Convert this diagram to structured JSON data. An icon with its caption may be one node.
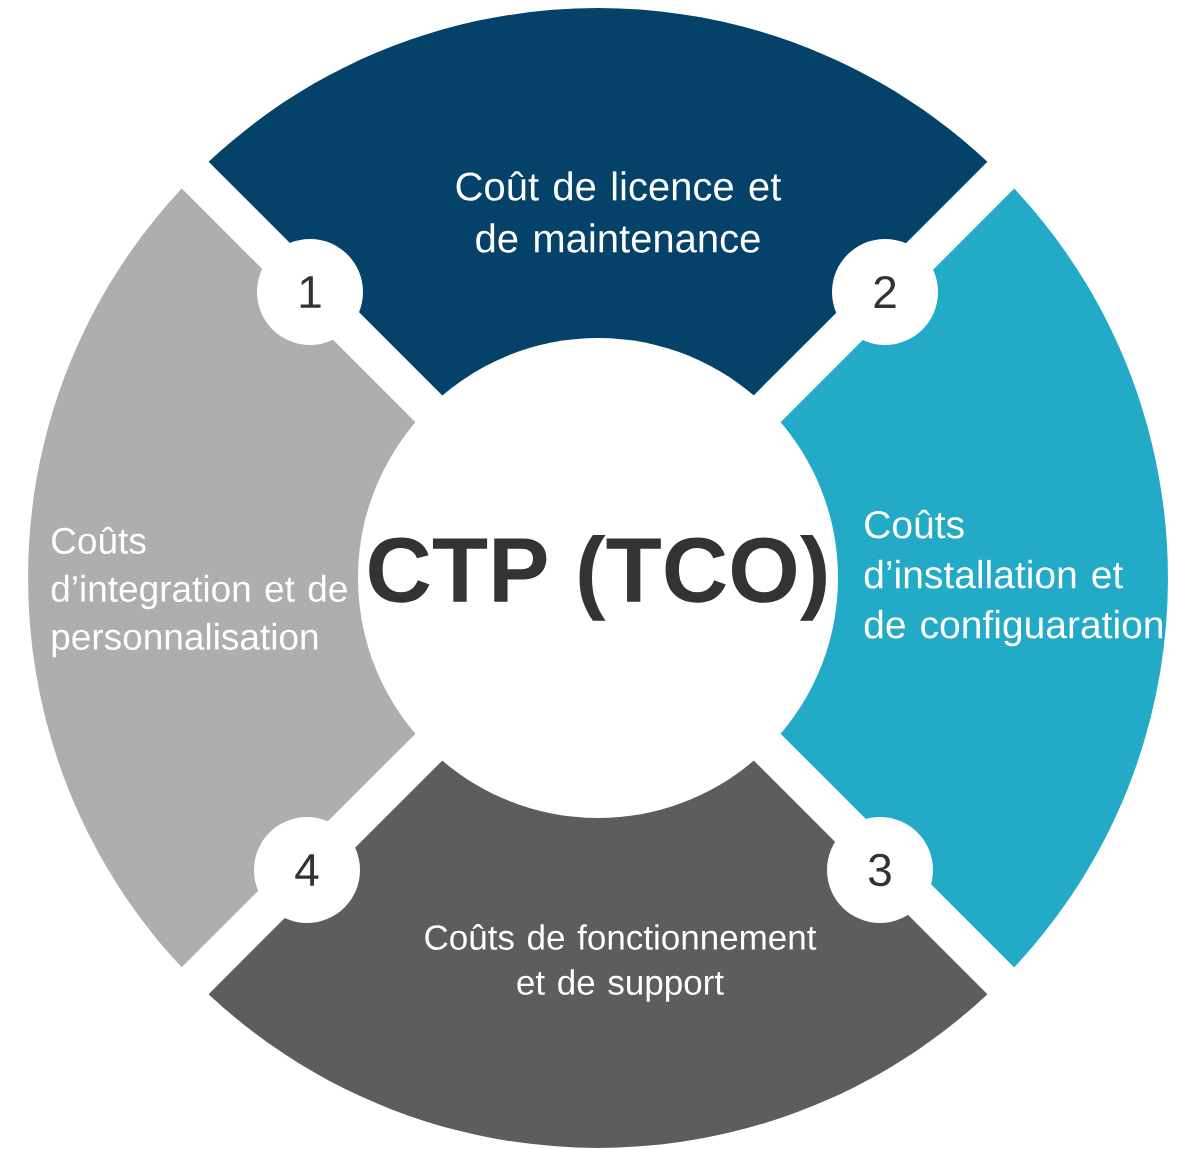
{
  "diagram": {
    "nodes": [
      {
        "text": [
          "Coût de licence et de maintenance"
        ]
      },
      {
        "text": [
          "Coûts d’integration et de personnalisation"
        ]
      },
      {
        "text": [
          "CTP (TCO)"
        ]
      },
      {
        "text": [
          "Coûts d’installation et de configuaration"
        ]
      },
      {
        "text": [
          "Coûts de fonctionnement et de support"
        ]
      },
      {
        "text": [
          "1"
        ]
      },
      {
        "text": [
          "2"
        ]
      },
      {
        "text": [
          "3"
        ]
      },
      {
        "text": [
          "4"
        ]
      }
    ]
  }
}
